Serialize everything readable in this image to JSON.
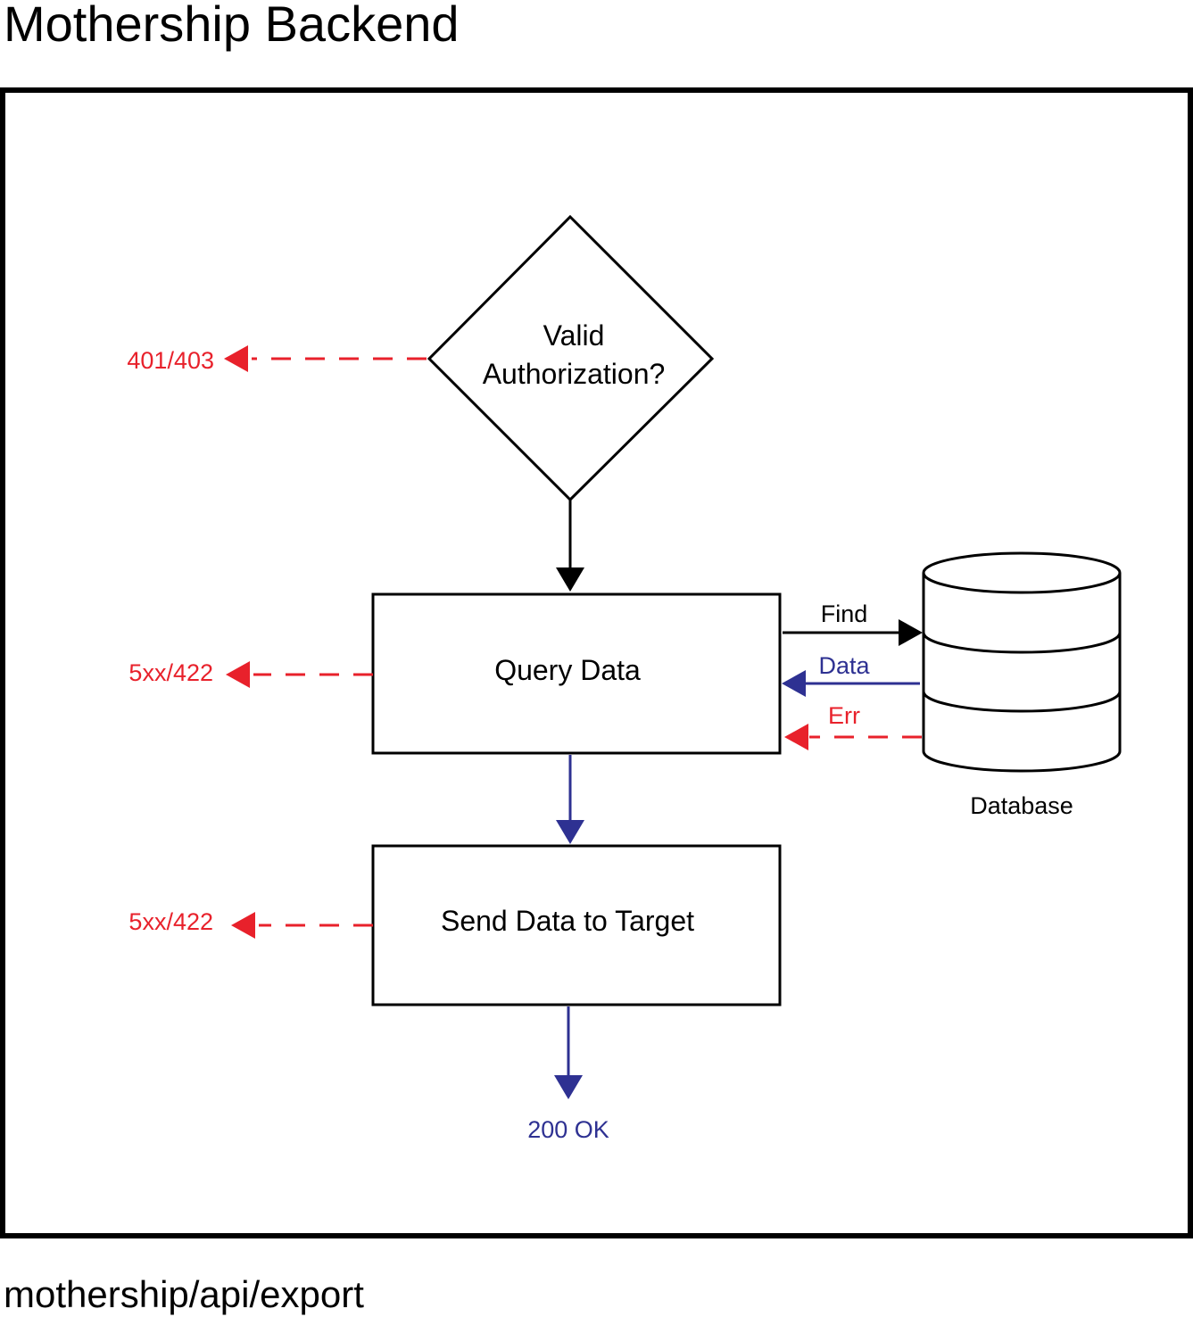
{
  "title": "Mothership Backend",
  "footer": "mothership/api/export",
  "colors": {
    "error": "#e8212b",
    "success": "#2e3192",
    "default": "#000000"
  },
  "nodes": {
    "decision": {
      "line1": "Valid",
      "line2": "Authorization?"
    },
    "query": {
      "label": "Query Data"
    },
    "send": {
      "label": "Send Data to Target"
    },
    "database": {
      "label": "Database"
    }
  },
  "edges": {
    "auth_error": "401/403",
    "query_error": "5xx/422",
    "send_error": "5xx/422",
    "find": "Find",
    "data": "Data",
    "err": "Err",
    "ok": "200 OK"
  }
}
